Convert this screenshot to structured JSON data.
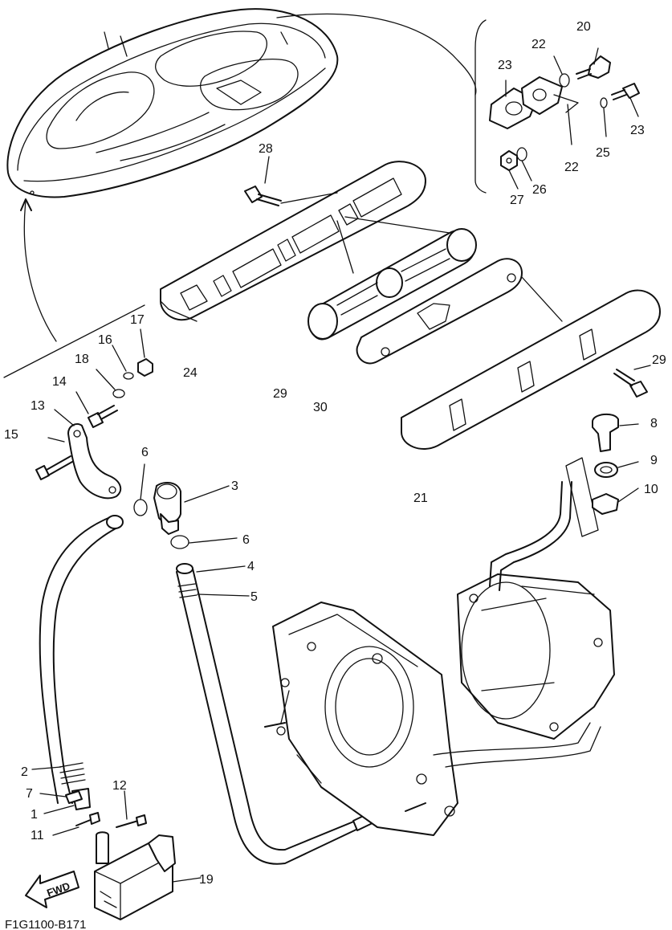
{
  "diagram": {
    "drawing_code": "F1G1100-B171",
    "direction_label": "FWD",
    "callouts": [
      {
        "id": "c1",
        "label": "1"
      },
      {
        "id": "c2",
        "label": "2"
      },
      {
        "id": "c3",
        "label": "3"
      },
      {
        "id": "c4",
        "label": "4"
      },
      {
        "id": "c5",
        "label": "5"
      },
      {
        "id": "c6a",
        "label": "6"
      },
      {
        "id": "c6b",
        "label": "6"
      },
      {
        "id": "c7",
        "label": "7"
      },
      {
        "id": "c8",
        "label": "8"
      },
      {
        "id": "c9",
        "label": "9"
      },
      {
        "id": "c10",
        "label": "10"
      },
      {
        "id": "c11",
        "label": "11"
      },
      {
        "id": "c12",
        "label": "12"
      },
      {
        "id": "c13",
        "label": "13"
      },
      {
        "id": "c14",
        "label": "14"
      },
      {
        "id": "c15",
        "label": "15"
      },
      {
        "id": "c16",
        "label": "16"
      },
      {
        "id": "c17",
        "label": "17"
      },
      {
        "id": "c18",
        "label": "18"
      },
      {
        "id": "c19",
        "label": "19"
      },
      {
        "id": "c20",
        "label": "20"
      },
      {
        "id": "c21",
        "label": "21"
      },
      {
        "id": "c22a",
        "label": "22"
      },
      {
        "id": "c22b",
        "label": "22"
      },
      {
        "id": "c23a",
        "label": "23"
      },
      {
        "id": "c23b",
        "label": "23"
      },
      {
        "id": "c24",
        "label": "24"
      },
      {
        "id": "c25",
        "label": "25"
      },
      {
        "id": "c26",
        "label": "26"
      },
      {
        "id": "c27",
        "label": "27"
      },
      {
        "id": "c28",
        "label": "28"
      },
      {
        "id": "c29a",
        "label": "29"
      },
      {
        "id": "c29b",
        "label": "29"
      },
      {
        "id": "c30",
        "label": "30"
      }
    ]
  }
}
